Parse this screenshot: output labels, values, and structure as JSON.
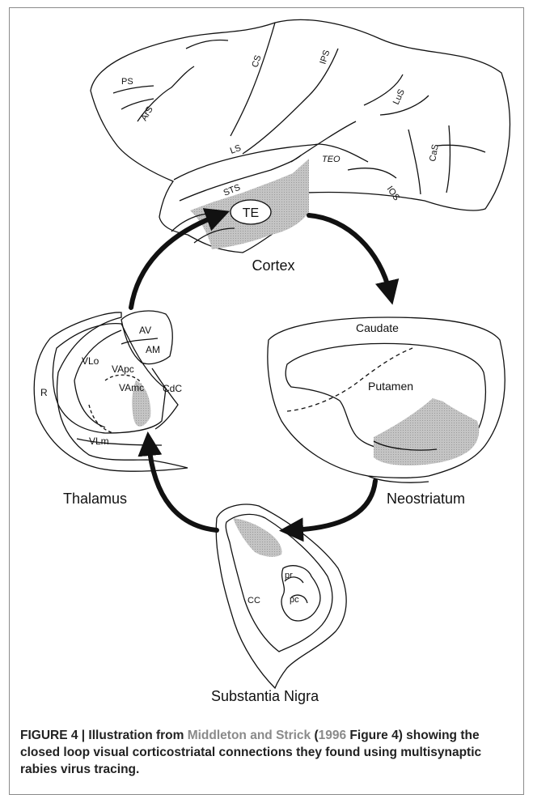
{
  "diagram": {
    "cortex_sulci": {
      "ps": "PS",
      "ars": "ArS",
      "cs": "CS",
      "ips": "IPS",
      "lus": "LuS",
      "ls": "LS",
      "teo": "TEO",
      "sts": "STS",
      "ios": "IOS",
      "cas": "CaS"
    },
    "cortex_area": "TE",
    "cortex_label": "Cortex",
    "thalamus_nuclei": {
      "av": "AV",
      "am": "AM",
      "vlo": "VLo",
      "vapc": "VApc",
      "vamc": "VAmc",
      "cdc": "CdC",
      "r": "R",
      "vlm": "VLm"
    },
    "thalamus_label": "Thalamus",
    "striatum_parts": {
      "caudate": "Caudate",
      "putamen": "Putamen"
    },
    "striatum_label": "Neostriatum",
    "nigra_parts": {
      "pr": "pr",
      "pc": "pc",
      "cc": "CC"
    },
    "nigra_label": "Substantia Nigra"
  },
  "caption": {
    "lead": "FIGURE 4 | Illustration from ",
    "ref_authors": "Middleton and Strick",
    "paren_open": " (",
    "ref_year": "1996",
    "tail": " Figure 4) showing the closed loop visual corticostriatal connections they found using multisynaptic rabies virus tracing."
  },
  "colors": {
    "shade": "#b9b9b9",
    "ink": "#111111",
    "caption_text": "#222222",
    "caption_ref": "#8a8a8a"
  }
}
